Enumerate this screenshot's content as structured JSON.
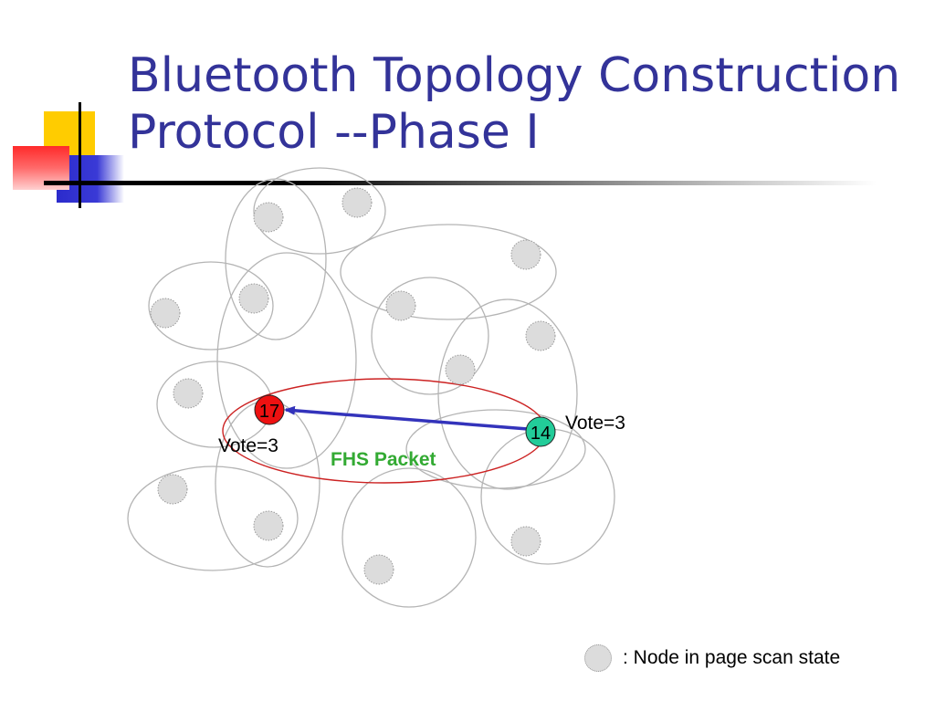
{
  "slide": {
    "title_line1": "Bluetooth Topology Construction",
    "title_line2": "Protocol --Phase I"
  },
  "diagram": {
    "node_red": {
      "label": "17",
      "vote": "Vote=3",
      "color": "#ee1111"
    },
    "node_green": {
      "label": "14",
      "vote": "Vote=3",
      "color": "#22cc99"
    },
    "packet_label": "FHS Packet",
    "packet_label_color": "#33aa33",
    "arrow_color": "#3333bb",
    "ellipse_highlight_color": "#cc2222",
    "scan_node_color": "#dcdcdc"
  },
  "legend": {
    "text": ": Node in page scan state"
  },
  "colors": {
    "title": "#333399",
    "deco_yellow": "#ffcc00",
    "deco_red": "#ff3333",
    "deco_blue": "#3333cc"
  }
}
